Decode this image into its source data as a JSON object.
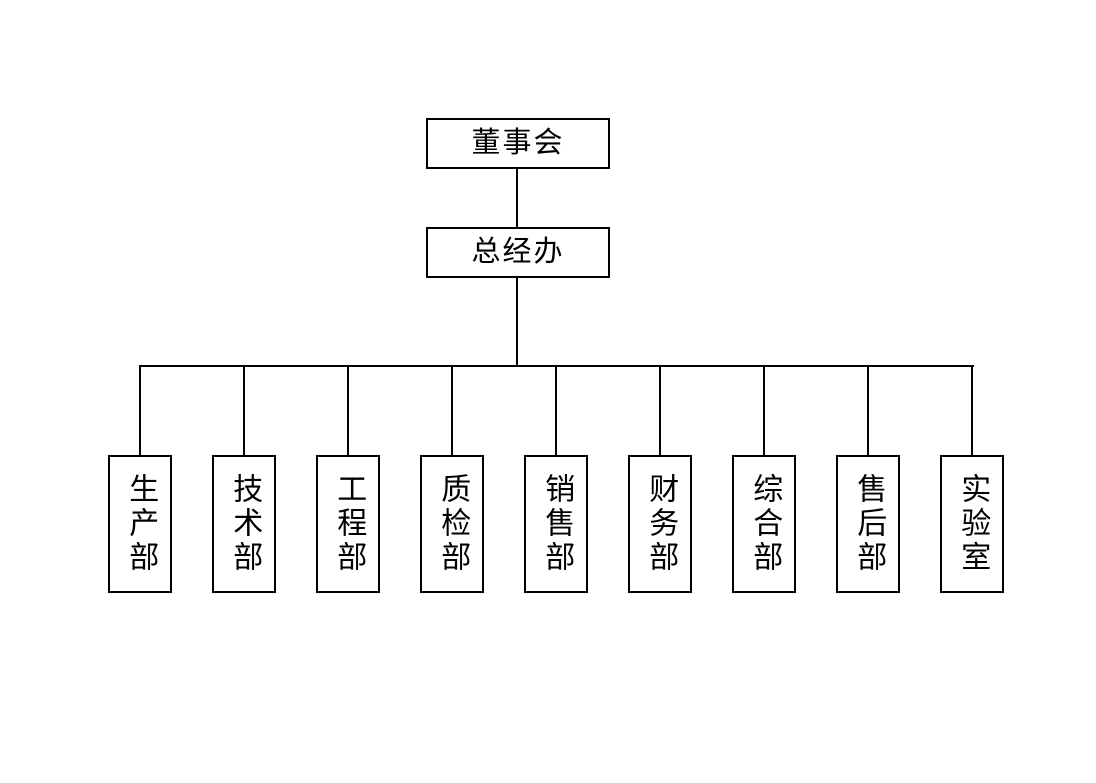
{
  "chart": {
    "type": "org-chart",
    "title": "",
    "background_color": "#ffffff",
    "line_color": "#000000",
    "text_color": "#000000",
    "orientation": "top-down",
    "text_direction": "vertical-for-departments"
  },
  "top_nodes": [
    {
      "id": "board",
      "label": "董事会"
    },
    {
      "id": "gm-office",
      "label": "总经办"
    }
  ],
  "departments": [
    {
      "id": "production",
      "label": "生产部"
    },
    {
      "id": "technology",
      "label": "技术部"
    },
    {
      "id": "engineering",
      "label": "工程部"
    },
    {
      "id": "quality-inspection",
      "label": "质检部"
    },
    {
      "id": "sales",
      "label": "销售部"
    },
    {
      "id": "finance",
      "label": "财务部"
    },
    {
      "id": "general-affairs",
      "label": "综合部"
    },
    {
      "id": "after-sales",
      "label": "售后部"
    },
    {
      "id": "laboratory",
      "label": "实验室"
    }
  ]
}
